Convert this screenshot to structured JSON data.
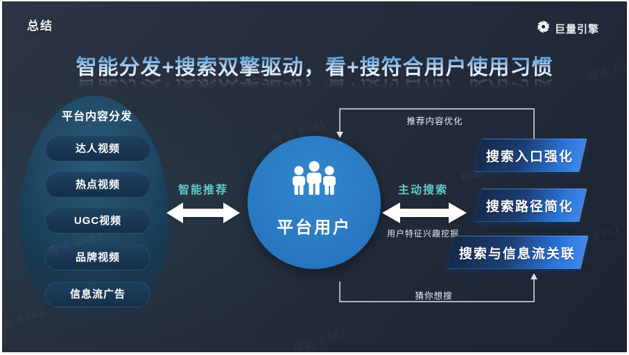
{
  "slide": {
    "header": "总结",
    "logo_text": "巨量引擎",
    "title": "智能分发+搜索双擎驱动，看+搜符合用户使用习惯",
    "watermark": "程远 6481"
  },
  "content_flow": {
    "heading": "平台内容分发",
    "items": [
      "达人视频",
      "热点视频",
      "UGC视频",
      "品牌视频",
      "信息流广告"
    ]
  },
  "center": {
    "label": "平台用户"
  },
  "left_arrow": {
    "label": "智能推荐"
  },
  "right_arrow": {
    "label": "主动搜索",
    "sublabel": "用户特征兴趣挖掘"
  },
  "search_boxes": [
    "搜索入口强化",
    "搜索路径简化",
    "搜索与信息流关联"
  ],
  "connectors": {
    "top": "推荐内容优化",
    "bottom": "猜你想搜"
  },
  "icons": {
    "logo": "pinwheel-icon",
    "center": "people-icon"
  },
  "colors": {
    "background": "#222b39",
    "teal_accent": "#63c9c3",
    "circle_blue": "#2a7cc5",
    "box_gradient_start": "#13294a",
    "box_gradient_end": "#3d87ec",
    "ellipse_teal": "#1e4763",
    "line": "#dde3ea"
  }
}
